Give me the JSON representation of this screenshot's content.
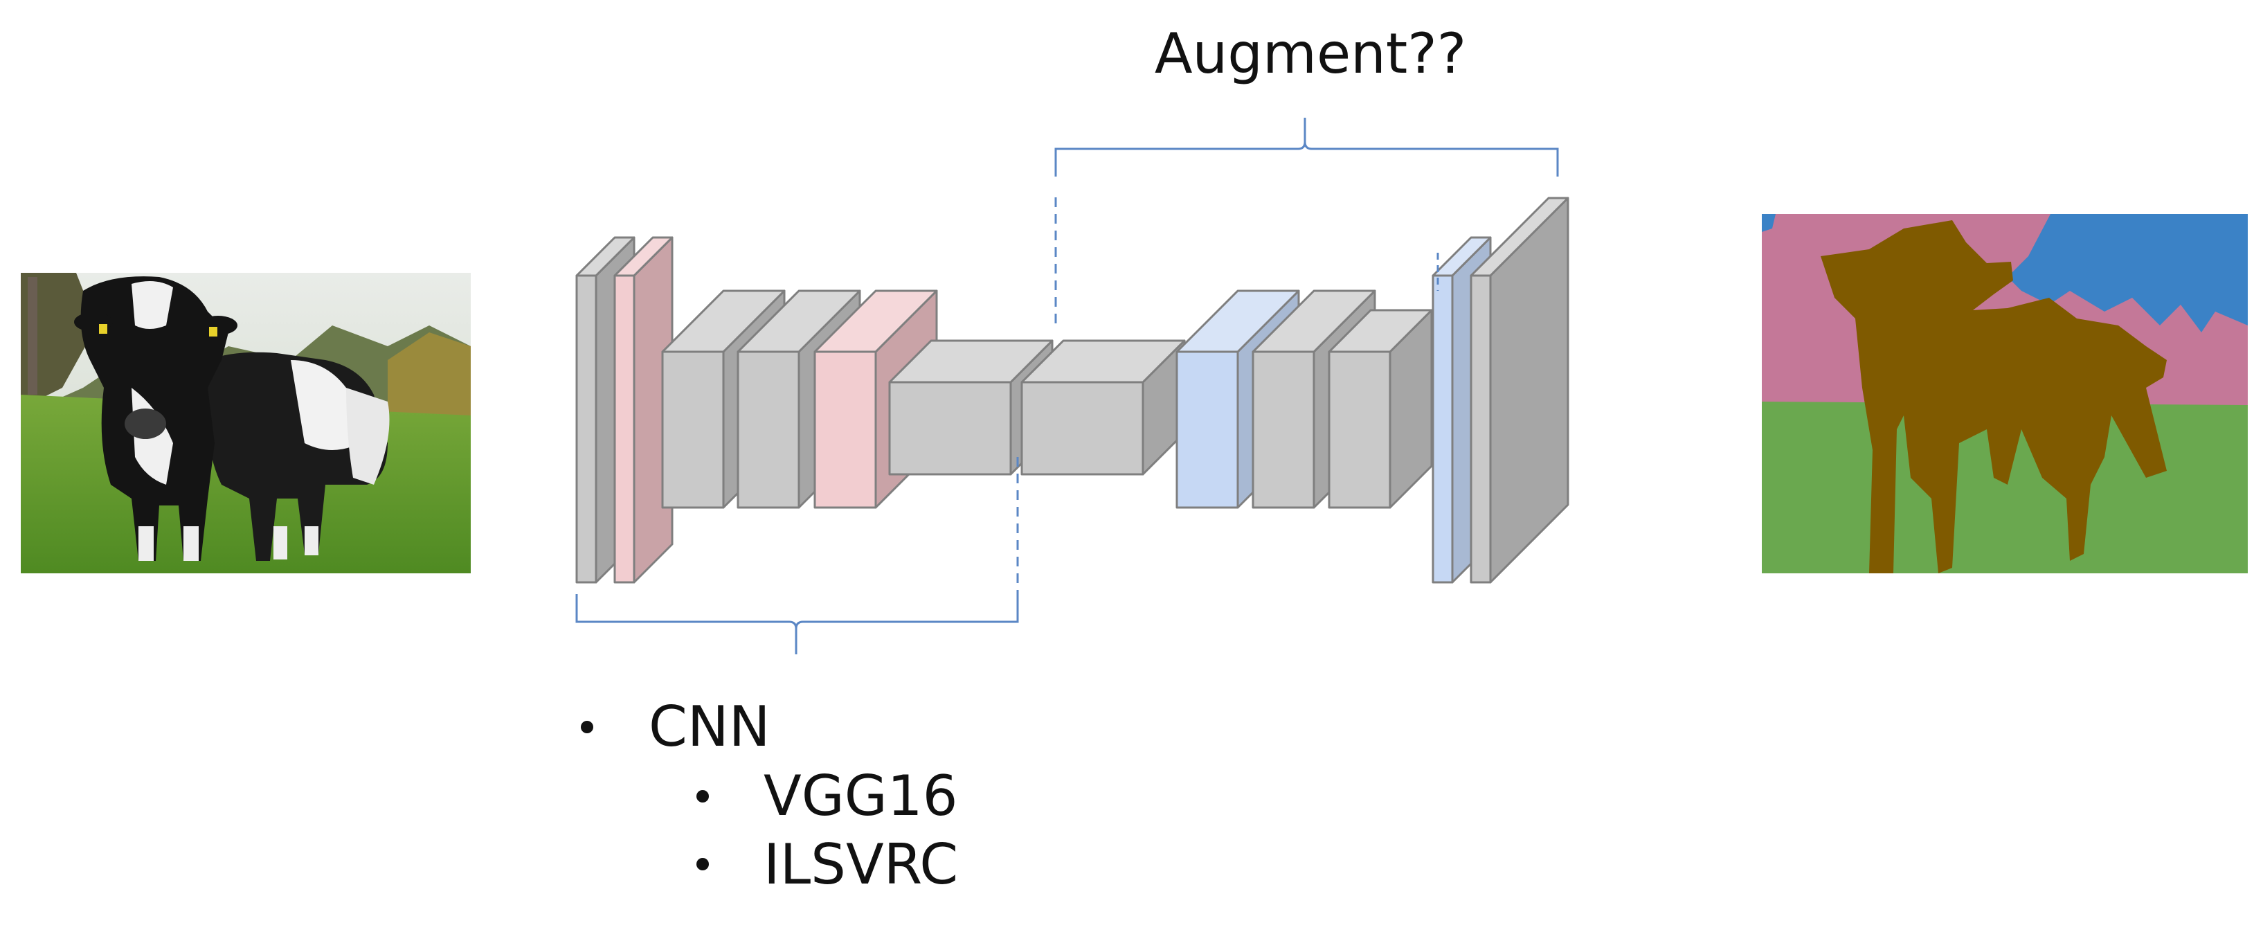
{
  "annotation": {
    "text": "Augment??"
  },
  "bullets": [
    {
      "text": "CNN",
      "level": 0
    },
    {
      "text": "VGG16",
      "level": 1
    },
    {
      "text": "ILSVRC",
      "level": 1
    }
  ],
  "colors": {
    "gray_front": "#c9c9c9",
    "gray_top": "#d9d9d9",
    "gray_side": "#a6a6a6",
    "pink_front": "#f2cdd0",
    "pink_top": "#f5d8da",
    "pink_side": "#c9a3a7",
    "blue_front": "#c6d8f4",
    "blue_top": "#d8e4f7",
    "blue_side": "#a8b9d3",
    "bracket": "#5b87c5",
    "seg_pink": "#c47898",
    "seg_blue": "#3b82c6",
    "seg_green": "#6aa84f",
    "seg_brown": "#7f5a00"
  }
}
